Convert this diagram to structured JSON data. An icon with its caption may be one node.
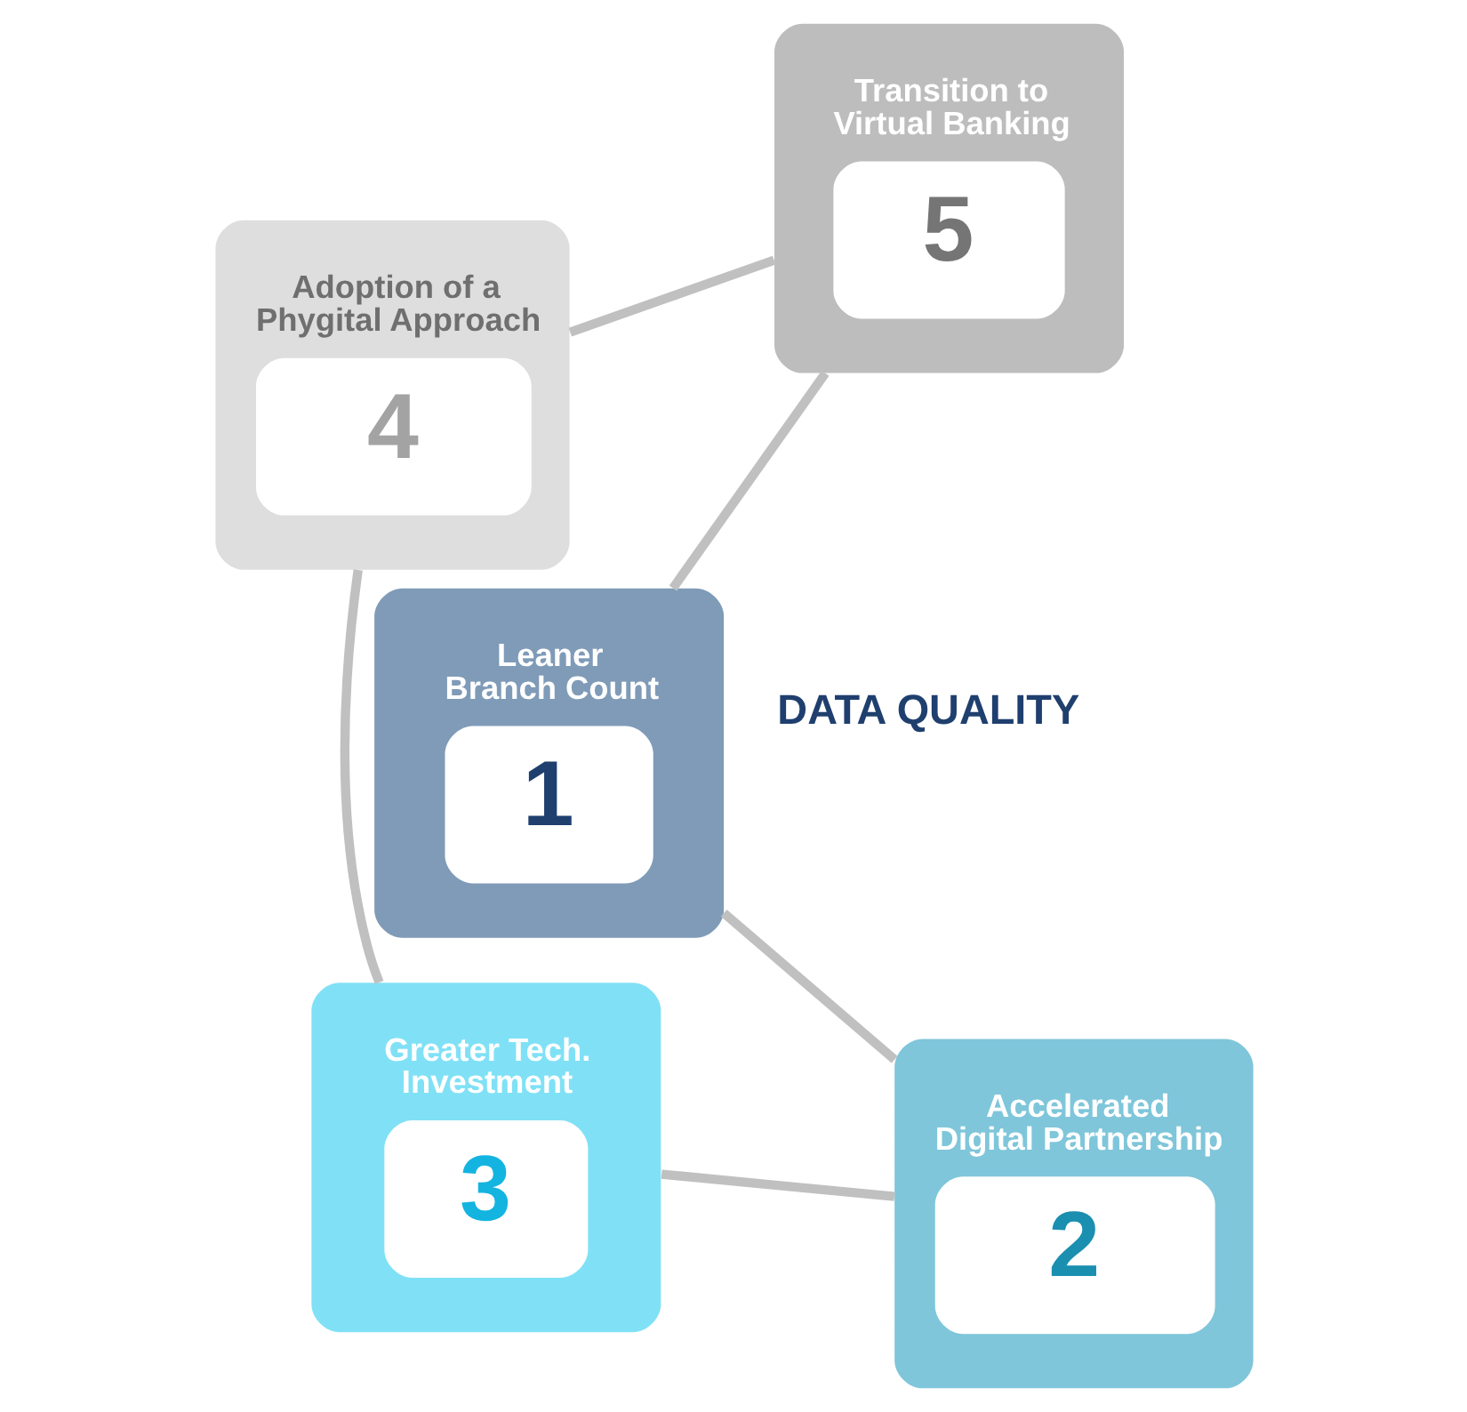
{
  "diagram": {
    "nodes": [
      {
        "text": [
          "Leaner Branch Count",
          "1"
        ]
      },
      {
        "text": [
          "Accelerated Digital Partnership",
          "2"
        ]
      },
      {
        "text": [
          "Greater Tech. Investment",
          "3"
        ]
      },
      {
        "text": [
          "Adoption of a Phygital Approach",
          "4"
        ]
      },
      {
        "text": [
          "Transition to Virtual Banking",
          "5"
        ]
      }
    ],
    "edges": [
      {
        "from": 0,
        "to": 1,
        "arrow": "none"
      },
      {
        "from": 1,
        "to": 2,
        "arrow": "none"
      },
      {
        "from": 2,
        "to": 3,
        "arrow": "none"
      },
      {
        "from": 3,
        "to": 4,
        "arrow": "none"
      },
      {
        "from": 4,
        "to": 0,
        "arrow": "none"
      }
    ],
    "labels": [
      "DATA QUALITY"
    ]
  }
}
